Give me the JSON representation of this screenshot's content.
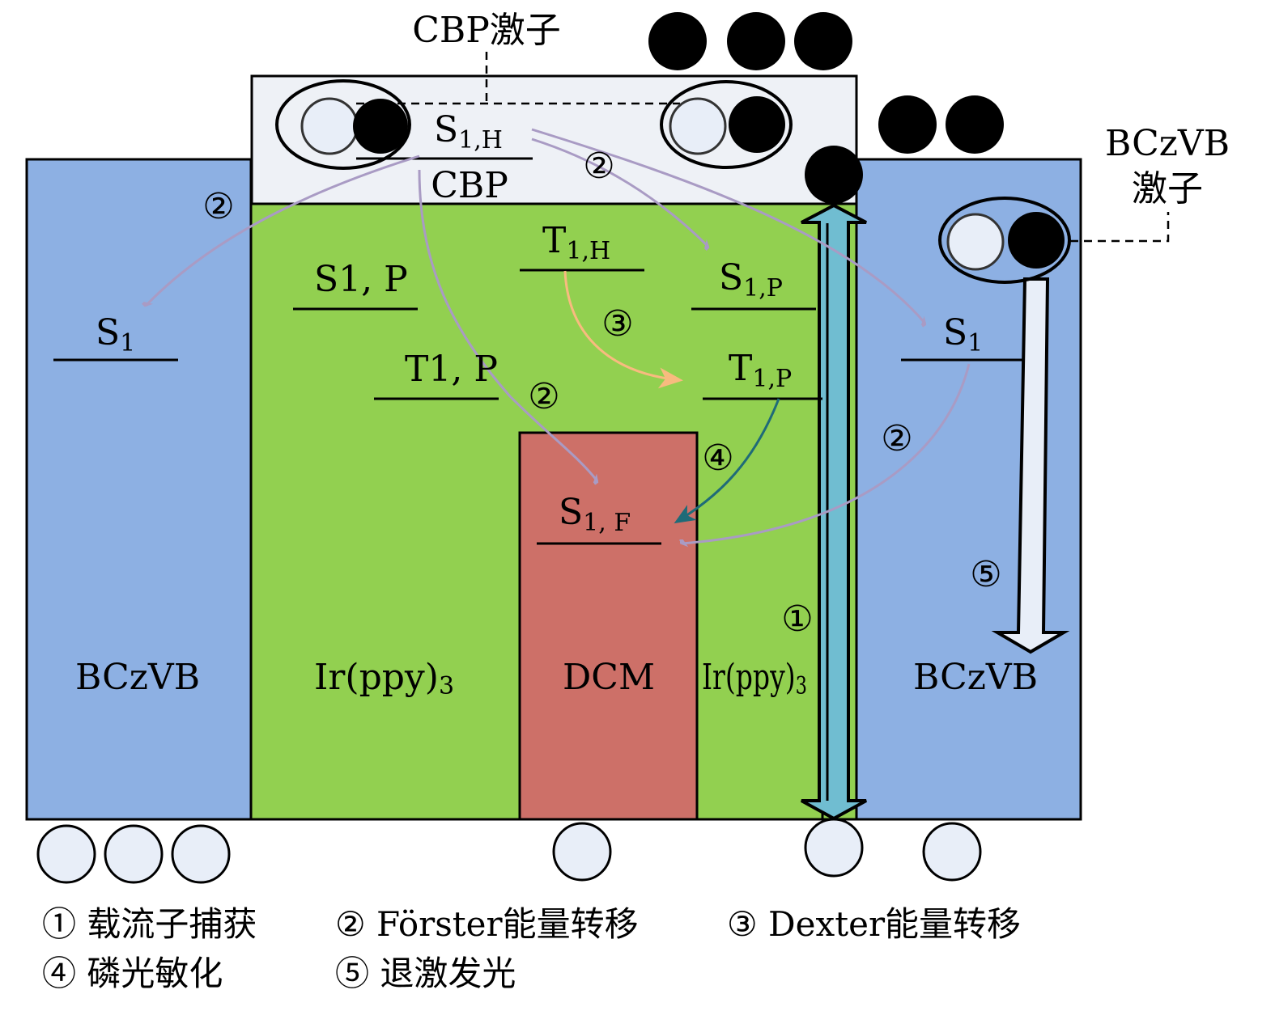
{
  "colors": {
    "bczvb": "#8DB0E3",
    "irppy": "#92D050",
    "dcm": "#CD7068",
    "cbp": "#EEF1F6",
    "capture_arrow": "#70BDD1",
    "hole": "#E8EEF8",
    "forster": "#A99BC4",
    "dexter": "#F8BB7F",
    "sensitization": "#1F6B78"
  },
  "callouts": {
    "cbp_exciton": "CBP激子",
    "bczvb_exciton_1": "BCzVB",
    "bczvb_exciton_2": "激子"
  },
  "layers": {
    "bczvb_left": "BCzVB",
    "irppy_left": {
      "main": "Ir(ppy)",
      "sub": "3"
    },
    "dcm": "DCM",
    "irppy_right": {
      "main": "Ir(ppy)",
      "sub": "3"
    },
    "bczvb_right": "BCzVB",
    "cbp": "CBP"
  },
  "levels": {
    "s1_left": {
      "main": "S",
      "sub": "1"
    },
    "s1h": {
      "main": "S",
      "sub": "1,H"
    },
    "t1h": {
      "main": "T",
      "sub": "1,H"
    },
    "s1p_left": "S1, P",
    "t1p_left": "T1, P",
    "s1p_right": {
      "main": "S",
      "sub": "1,P"
    },
    "t1p_right": {
      "main": "T",
      "sub": "1,P"
    },
    "s1f": {
      "main": "S",
      "sub": "1, F"
    },
    "s1_right": {
      "main": "S",
      "sub": "1"
    }
  },
  "markers": {
    "one": "①",
    "two": "②",
    "three": "③",
    "four": "④",
    "five": "⑤"
  },
  "legend": [
    "① 载流子捕获",
    "② Förster能量转移",
    "③ Dexter能量转移",
    "④ 磷光敏化",
    "⑤ 退激发光"
  ]
}
